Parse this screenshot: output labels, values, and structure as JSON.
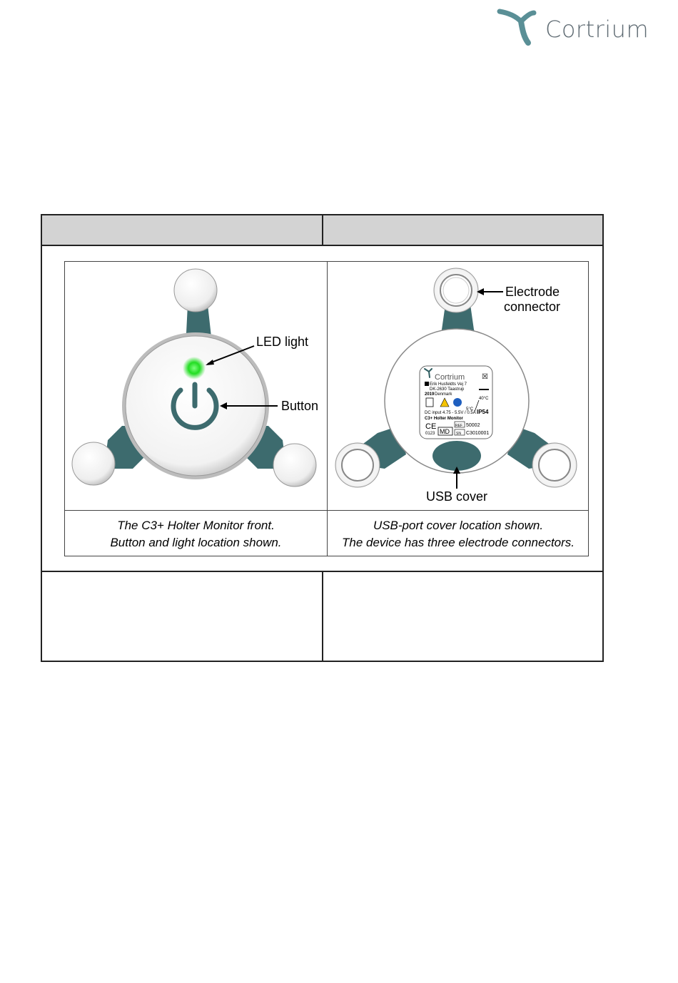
{
  "brand": {
    "name": "Cortrium",
    "logo_icon": "cortrium-y-icon",
    "color": "#5a8f96"
  },
  "figure": {
    "front": {
      "labels": {
        "led": "LED light",
        "button": "Button"
      },
      "caption_line1": "The C3+ Holter Monitor front.",
      "caption_line2": "Button and light location shown."
    },
    "back": {
      "labels": {
        "electrode_line1": "Electrode",
        "electrode_line2": "connector",
        "usb": "USB cover"
      },
      "device_label": {
        "brand": "Cortrium",
        "address1": "Erik Husfeldts Vej 7",
        "address2": "DK-2630 Taastrup",
        "country": "Denmark",
        "year": "2019",
        "temp_high": "40°C",
        "temp_low": "5°C",
        "ip": "IP54",
        "dc": "DC input 4.75 - 5.5V / 0.5A",
        "product": "C3+ Holter Monitor",
        "ce": "CE",
        "ce_num": "0123",
        "md": "MD",
        "ref_tag": "REF",
        "ref": "50002",
        "sn_tag": "SN",
        "sn": "C3010001"
      },
      "caption_line1": "USB-port cover location shown.",
      "caption_line2": "The device has three electrode connectors."
    }
  },
  "colors": {
    "teal": "#3d6b6e",
    "header_bg": "#d3d3d3",
    "led": "#22dd22"
  }
}
